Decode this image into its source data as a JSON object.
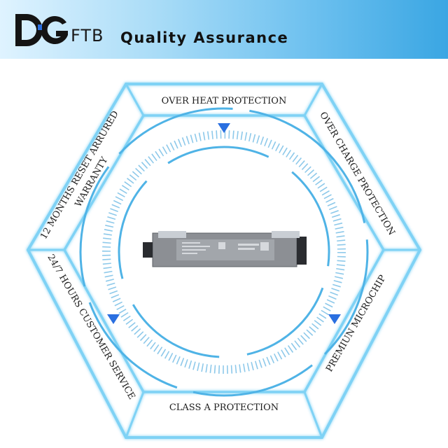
{
  "header": {
    "logo_text": "DG",
    "brand_suffix": "FTB",
    "title": "Quality Assurance"
  },
  "features": {
    "top": "OVER HEAT PROTECTION",
    "top_right": "OVER CHARGE PROTECTION",
    "bottom_right": "PREMIUN MICROCHIP",
    "bottom": "CLASS A PROTECTION",
    "bottom_left": "24/7 HOURS CUSTOMER SERVICE",
    "top_left_line1": "12 MONTHS RESET ARRURED",
    "top_left_line2": "WARRANTY"
  },
  "colors": {
    "accent": "#2a6fe0",
    "hex_line": "#3fa9de",
    "banner_end": "#3aa6e3"
  },
  "icons": [
    "arrow-down-icon",
    "arrow-down-icon",
    "arrow-down-icon"
  ]
}
